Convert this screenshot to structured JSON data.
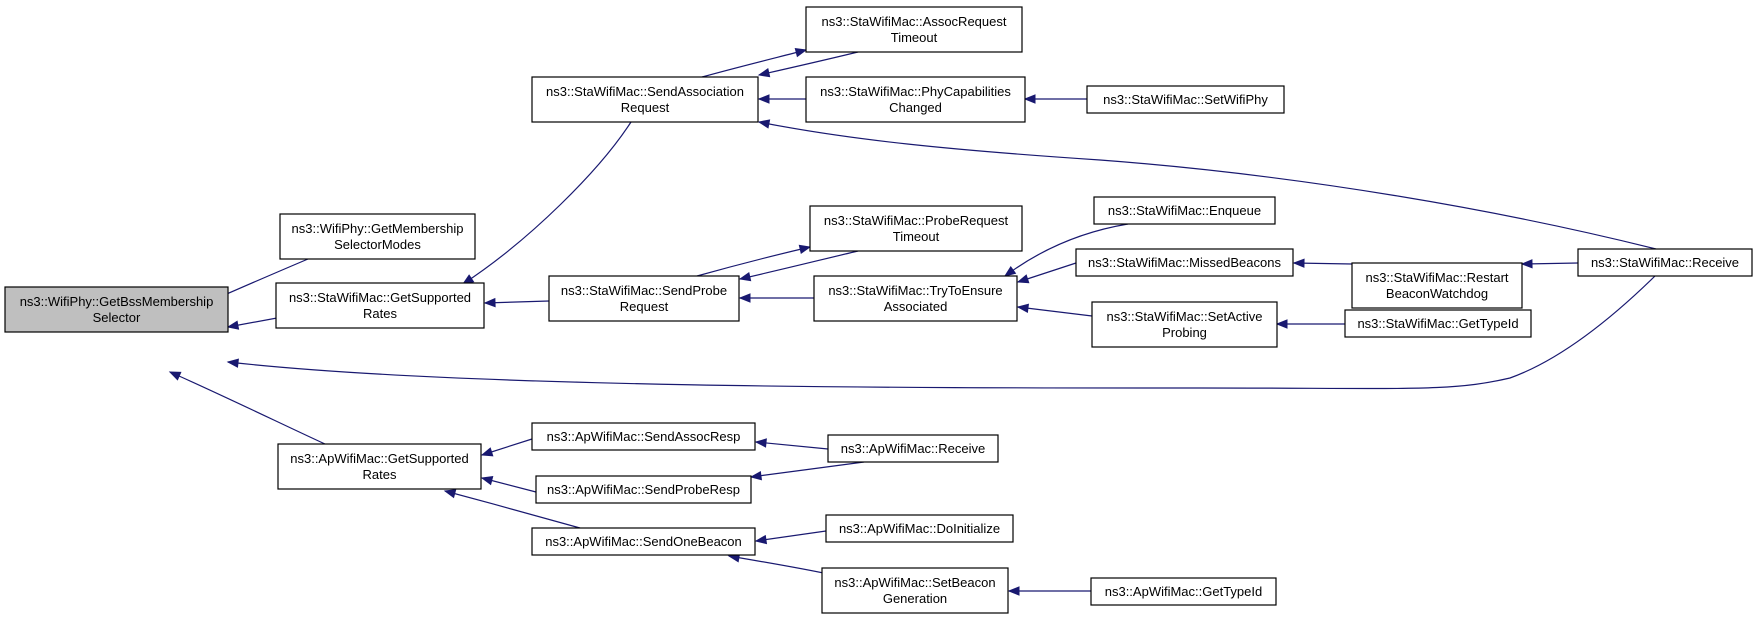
{
  "diagram": {
    "type": "caller-graph",
    "colors": {
      "edge": "#191970",
      "node_border": "#000000",
      "node_fill": "#ffffff",
      "root_fill": "#bfbfbf"
    },
    "nodes": [
      {
        "id": "root",
        "lines": [
          "ns3::WifiPhy::GetBssMembership",
          "Selector"
        ],
        "root": true
      },
      {
        "id": "wifiphy_gmsm",
        "lines": [
          "ns3::WifiPhy::GetMembership",
          "SelectorModes"
        ]
      },
      {
        "id": "sta_gsr",
        "lines": [
          "ns3::StaWifiMac::GetSupported",
          "Rates"
        ]
      },
      {
        "id": "ap_gsr",
        "lines": [
          "ns3::ApWifiMac::GetSupported",
          "Rates"
        ]
      },
      {
        "id": "sta_sar",
        "lines": [
          "ns3::StaWifiMac::SendAssociation",
          "Request"
        ]
      },
      {
        "id": "sta_spr",
        "lines": [
          "ns3::StaWifiMac::SendProbe",
          "Request"
        ]
      },
      {
        "id": "sta_art",
        "lines": [
          "ns3::StaWifiMac::AssocRequest",
          "Timeout"
        ]
      },
      {
        "id": "sta_pcc",
        "lines": [
          "ns3::StaWifiMac::PhyCapabilities",
          "Changed"
        ]
      },
      {
        "id": "sta_swp",
        "lines": [
          "ns3::StaWifiMac::SetWifiPhy"
        ]
      },
      {
        "id": "sta_prt",
        "lines": [
          "ns3::StaWifiMac::ProbeRequest",
          "Timeout"
        ]
      },
      {
        "id": "sta_ttea",
        "lines": [
          "ns3::StaWifiMac::TryToEnsure",
          "Associated"
        ]
      },
      {
        "id": "sta_enq",
        "lines": [
          "ns3::StaWifiMac::Enqueue"
        ]
      },
      {
        "id": "sta_mb",
        "lines": [
          "ns3::StaWifiMac::MissedBeacons"
        ]
      },
      {
        "id": "sta_sap",
        "lines": [
          "ns3::StaWifiMac::SetActive",
          "Probing"
        ]
      },
      {
        "id": "sta_rbw",
        "lines": [
          "ns3::StaWifiMac::Restart",
          "BeaconWatchdog"
        ]
      },
      {
        "id": "sta_gti",
        "lines": [
          "ns3::StaWifiMac::GetTypeId"
        ]
      },
      {
        "id": "sta_recv",
        "lines": [
          "ns3::StaWifiMac::Receive"
        ]
      },
      {
        "id": "ap_sar",
        "lines": [
          "ns3::ApWifiMac::SendAssocResp"
        ]
      },
      {
        "id": "ap_spr",
        "lines": [
          "ns3::ApWifiMac::SendProbeResp"
        ]
      },
      {
        "id": "ap_sob",
        "lines": [
          "ns3::ApWifiMac::SendOneBeacon"
        ]
      },
      {
        "id": "ap_recv",
        "lines": [
          "ns3::ApWifiMac::Receive"
        ]
      },
      {
        "id": "ap_doinit",
        "lines": [
          "ns3::ApWifiMac::DoInitialize"
        ]
      },
      {
        "id": "ap_sbg",
        "lines": [
          "ns3::ApWifiMac::SetBeacon",
          "Generation"
        ]
      },
      {
        "id": "ap_gti",
        "lines": [
          "ns3::ApWifiMac::GetTypeId"
        ]
      }
    ],
    "edges": [
      {
        "from": "wifiphy_gmsm",
        "to": "root"
      },
      {
        "from": "sta_gsr",
        "to": "root"
      },
      {
        "from": "ap_gsr",
        "to": "root"
      },
      {
        "from": "sta_recv",
        "to": "root"
      },
      {
        "from": "sta_sar",
        "to": "sta_gsr"
      },
      {
        "from": "sta_spr",
        "to": "sta_gsr"
      },
      {
        "from": "sta_art",
        "to": "sta_sar"
      },
      {
        "from": "sta_pcc",
        "to": "sta_sar"
      },
      {
        "from": "sta_recv",
        "to": "sta_sar"
      },
      {
        "from": "sta_sar",
        "to": "sta_art"
      },
      {
        "from": "sta_swp",
        "to": "sta_pcc"
      },
      {
        "from": "sta_prt",
        "to": "sta_spr"
      },
      {
        "from": "sta_ttea",
        "to": "sta_spr"
      },
      {
        "from": "sta_spr",
        "to": "sta_prt"
      },
      {
        "from": "sta_enq",
        "to": "sta_ttea"
      },
      {
        "from": "sta_mb",
        "to": "sta_ttea"
      },
      {
        "from": "sta_sap",
        "to": "sta_ttea"
      },
      {
        "from": "sta_rbw",
        "to": "sta_mb"
      },
      {
        "from": "sta_recv",
        "to": "sta_rbw"
      },
      {
        "from": "sta_gti",
        "to": "sta_sap"
      },
      {
        "from": "ap_sar",
        "to": "ap_gsr"
      },
      {
        "from": "ap_spr",
        "to": "ap_gsr"
      },
      {
        "from": "ap_sob",
        "to": "ap_gsr"
      },
      {
        "from": "ap_recv",
        "to": "ap_sar"
      },
      {
        "from": "ap_recv",
        "to": "ap_spr"
      },
      {
        "from": "ap_doinit",
        "to": "ap_sob"
      },
      {
        "from": "ap_sbg",
        "to": "ap_sob"
      },
      {
        "from": "ap_gti",
        "to": "ap_sbg"
      }
    ]
  }
}
